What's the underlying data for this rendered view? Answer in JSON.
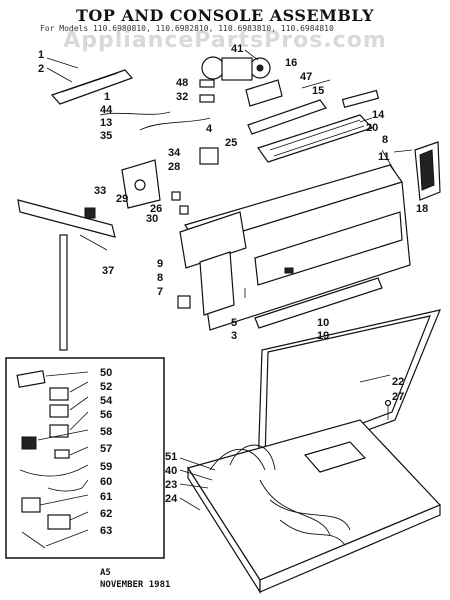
{
  "diagram": {
    "title": "TOP AND CONSOLE ASSEMBLY",
    "subtitle": "For Models 110.6980810, 110.6982810, 110.6983810, 110.6984810",
    "watermark": "AppliancePartsPros.com",
    "footer_code": "A5",
    "footer_date": "NOVEMBER 1981"
  },
  "callouts": {
    "n1": "1",
    "n2": "2",
    "n3": "3",
    "n4": "4",
    "n5": "5",
    "n7": "7",
    "n8": "8",
    "n8b": "8",
    "n9": "9",
    "n10": "10",
    "n11": "11",
    "n13": "13",
    "n14": "14",
    "n15": "15",
    "n16": "16",
    "n18": "18",
    "n19": "19",
    "n20": "20",
    "n22": "22",
    "n23": "23",
    "n24": "24",
    "n25": "25",
    "n26": "26",
    "n27": "27",
    "n28": "28",
    "n29": "29",
    "n30": "30",
    "n32": "32",
    "n33": "33",
    "n34": "34",
    "n35": "35",
    "n37": "37",
    "n40": "40",
    "n41": "41",
    "n44": "44",
    "n47": "47",
    "n48": "48",
    "n50": "50",
    "n51": "51",
    "n52": "52",
    "n54": "54",
    "n56": "56",
    "n57": "57",
    "n58": "58",
    "n59": "59",
    "n60": "60",
    "n61": "61",
    "n62": "62",
    "n63": "63",
    "n1b": "1"
  }
}
